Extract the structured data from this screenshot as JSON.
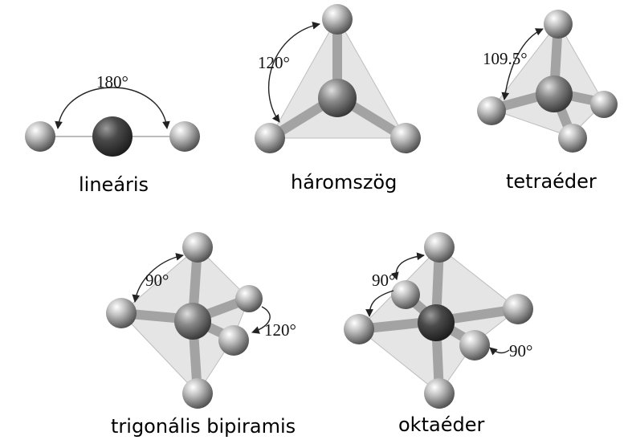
{
  "geometries": [
    {
      "id": "linear",
      "name": "lineáris",
      "angles": [
        "180°"
      ]
    },
    {
      "id": "trigonal-planar",
      "name": "háromszög",
      "angles": [
        "120°"
      ]
    },
    {
      "id": "tetrahedral",
      "name": "tetraéder",
      "angles": [
        "109.5°"
      ]
    },
    {
      "id": "trigonal-bipyramidal",
      "name": "trigonális bipiramis",
      "angles": [
        "90°",
        "120°"
      ]
    },
    {
      "id": "octahedral",
      "name": "oktaéder",
      "angles": [
        "90°",
        "90°"
      ]
    }
  ],
  "colors": {
    "atom_light": "#b4b4b4",
    "atom_dark": "#3e3e3e",
    "bond": "#a6a6a6",
    "face": "#cfcfcf"
  }
}
